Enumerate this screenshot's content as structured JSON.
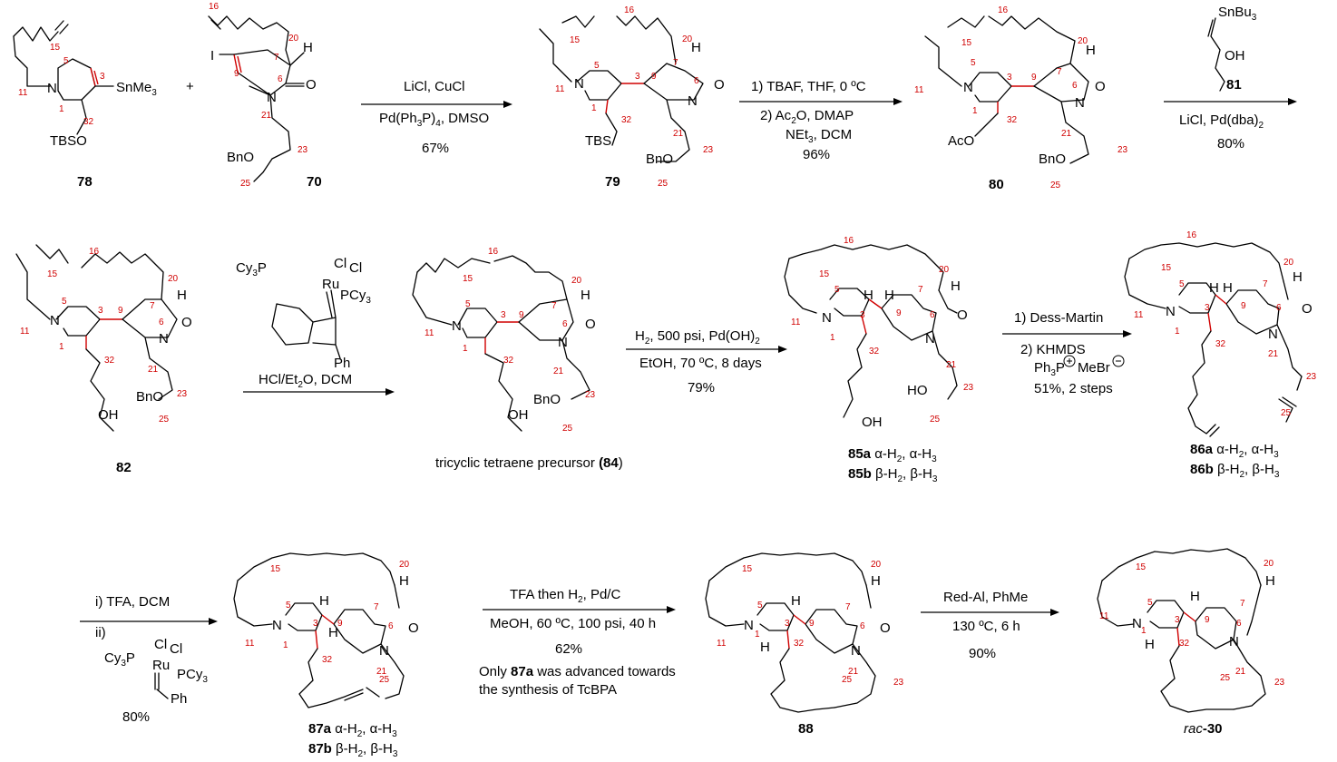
{
  "scheme": {
    "compounds": {
      "c78": {
        "label": "78",
        "sn": "SnMe",
        "sn_sub": "3",
        "tbso": "TBSO",
        "n": "N"
      },
      "c70": {
        "label": "70",
        "i": "I",
        "o": "O",
        "n": "N",
        "h": "H",
        "bno": "BnO"
      },
      "c79": {
        "label": "79",
        "n": "N",
        "o": "O",
        "h": "H",
        "tbs": "TBS",
        "bno": "BnO"
      },
      "c80": {
        "label": "80",
        "n": "N",
        "o": "O",
        "h": "H",
        "aco": "AcO",
        "bno": "BnO"
      },
      "c82": {
        "label": "82",
        "n": "N",
        "o": "O",
        "h": "H",
        "oh": "OH",
        "bno": "BnO"
      },
      "c84": {
        "caption_prefix": "tricyclic tetraene precursor ",
        "label": "(84",
        "caption_suffix": ")",
        "n": "N",
        "o": "O",
        "h": "H",
        "oh": "OH",
        "bno": "BnO"
      },
      "c85": {
        "label_a": "85a",
        "desc_a": " α-H",
        "label_b": "85b",
        "desc_b": " β-H",
        "sub2": "2",
        "sep": ", ",
        "h3a": "α-H",
        "h3b": "β-H",
        "sub3": "3",
        "n": "N",
        "o": "O",
        "h": "H",
        "oh": "OH",
        "ho": "HO"
      },
      "c86": {
        "label_a": "86a",
        "label_b": "86b",
        "n": "N",
        "o": "O",
        "h": "H"
      },
      "c87": {
        "label_a": "87a",
        "label_b": "87b",
        "n": "N",
        "o": "O",
        "h": "H"
      },
      "c88": {
        "label": "88",
        "n": "N",
        "o": "O",
        "h": "H"
      },
      "c30": {
        "label_prefix": "rac",
        "label": "-30",
        "n": "N",
        "h": "H"
      }
    },
    "reagents": {
      "r1_line1": "LiCl, CuCl",
      "r1_line2": "Pd(Ph",
      "r1_line2b": "P)",
      "r1_line2c": ", DMSO",
      "r1_yield": "67%",
      "r2_line1": "1) TBAF, THF, 0 ºC",
      "r2_line2": "2) Ac",
      "r2_line2b": "O, DMAP",
      "r2_line3": "NEt",
      "r2_line3b": ", DCM",
      "r2_yield": "96%",
      "r3_reagent_sn": "SnBu",
      "r3_reagent_oh": "OH",
      "r3_reagent_label": "81",
      "r3_line2": "LiCl, Pd(dba)",
      "r3_yield": "80%",
      "r4_cat_pcy3a": "Cy",
      "r4_cat_p": "P",
      "r4_cat_cl1": "Cl",
      "r4_cat_cl2": "Cl",
      "r4_cat_ru": "Ru",
      "r4_cat_pcy3b": "PCy",
      "r4_cat_ph": "Ph",
      "r4_line": "HCl/Et",
      "r4_line_b": "O, DCM",
      "r5_line1": "H",
      "r5_line1b": ", 500 psi, Pd(OH)",
      "r5_line2": "EtOH, 70 ºC, 8 days",
      "r5_yield": "79%",
      "r6_line1": "1) Dess-Martin",
      "r6_line2": "2) KHMDS",
      "r6_line3a": "Ph",
      "r6_line3b": "P",
      "r6_line3c": "MeBr",
      "r6_line4": "51%, 2 steps",
      "r7_line1": "i) TFA, DCM",
      "r7_line2": "ii)",
      "r7_cat_cy": "Cy",
      "r7_cat_p": "P",
      "r7_cat_cl1": "Cl",
      "r7_cat_cl2": "Cl",
      "r7_cat_ru": "Ru",
      "r7_cat_pcy3": "PCy",
      "r7_cat_ph": "Ph",
      "r7_yield": "80%",
      "r8_line1": "TFA then H",
      "r8_line1b": ", Pd/C",
      "r8_line2": "MeOH, 60 ºC, 100 psi, 40 h",
      "r8_yield": "62%",
      "r8_note1a": "Only ",
      "r8_note1b": "87a",
      "r8_note1c": " was advanced towards",
      "r8_note2": "the synthesis of TcBPA",
      "r9_line1": "Red-Al, PhMe",
      "r9_line2": "130 ºC, 6 h",
      "r9_yield": "90%",
      "plus": "+"
    },
    "numbering": {
      "n1": "1",
      "n3": "3",
      "n5": "5",
      "n6": "6",
      "n7": "7",
      "n9": "9",
      "n11": "11",
      "n15": "15",
      "n16": "16",
      "n20": "20",
      "n21": "21",
      "n23": "23",
      "n25": "25",
      "n32": "32"
    },
    "colors": {
      "numbering": "#d00000",
      "highlight_bond": "#d00000",
      "ink": "#000000"
    }
  }
}
